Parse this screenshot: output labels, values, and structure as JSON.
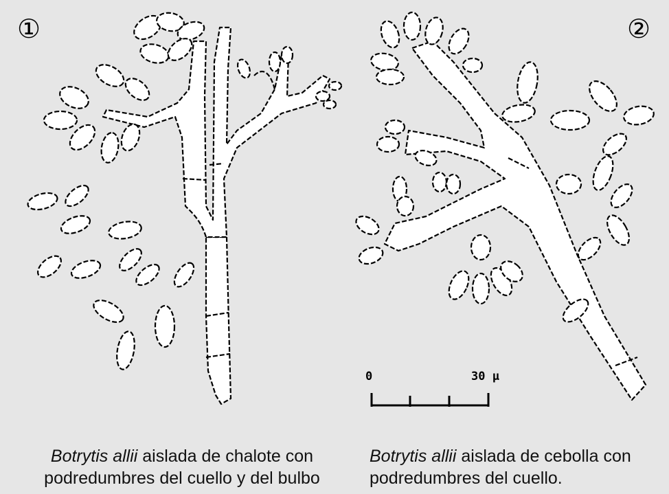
{
  "panels": [
    {
      "number": "①",
      "caption_species": "Botrytis allii",
      "caption_rest_line1": " aislada de chalote con",
      "caption_line2": "podredumbres del cuello y del bulbo"
    },
    {
      "number": "②",
      "caption_species": "Botrytis allii",
      "caption_rest_line1": " aislada de cebolla con",
      "caption_line2": "podredumbres del cuello."
    }
  ],
  "scale_bar": {
    "start_label": "0",
    "end_label": "30 µ"
  },
  "colors": {
    "background": "#e6e6e6",
    "fill": "#ffffff",
    "ink": "#000000"
  }
}
